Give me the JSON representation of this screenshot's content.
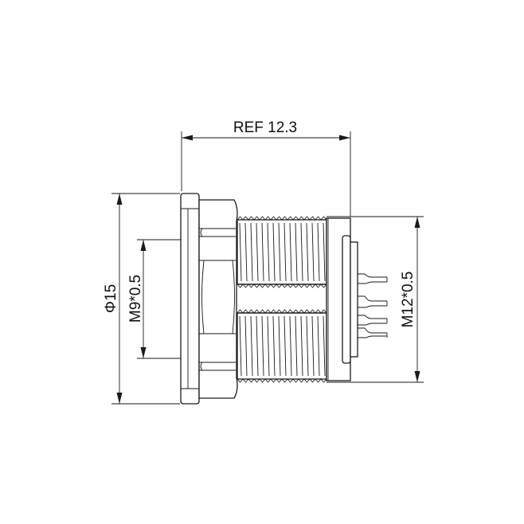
{
  "dimensions": {
    "ref_length": "REF 12.3",
    "outer_diameter": "Φ15",
    "inner_thread": "M9*0.5",
    "outer_thread": "M12*0.5"
  },
  "colors": {
    "line": "#1a1a1a",
    "background": "#ffffff"
  }
}
